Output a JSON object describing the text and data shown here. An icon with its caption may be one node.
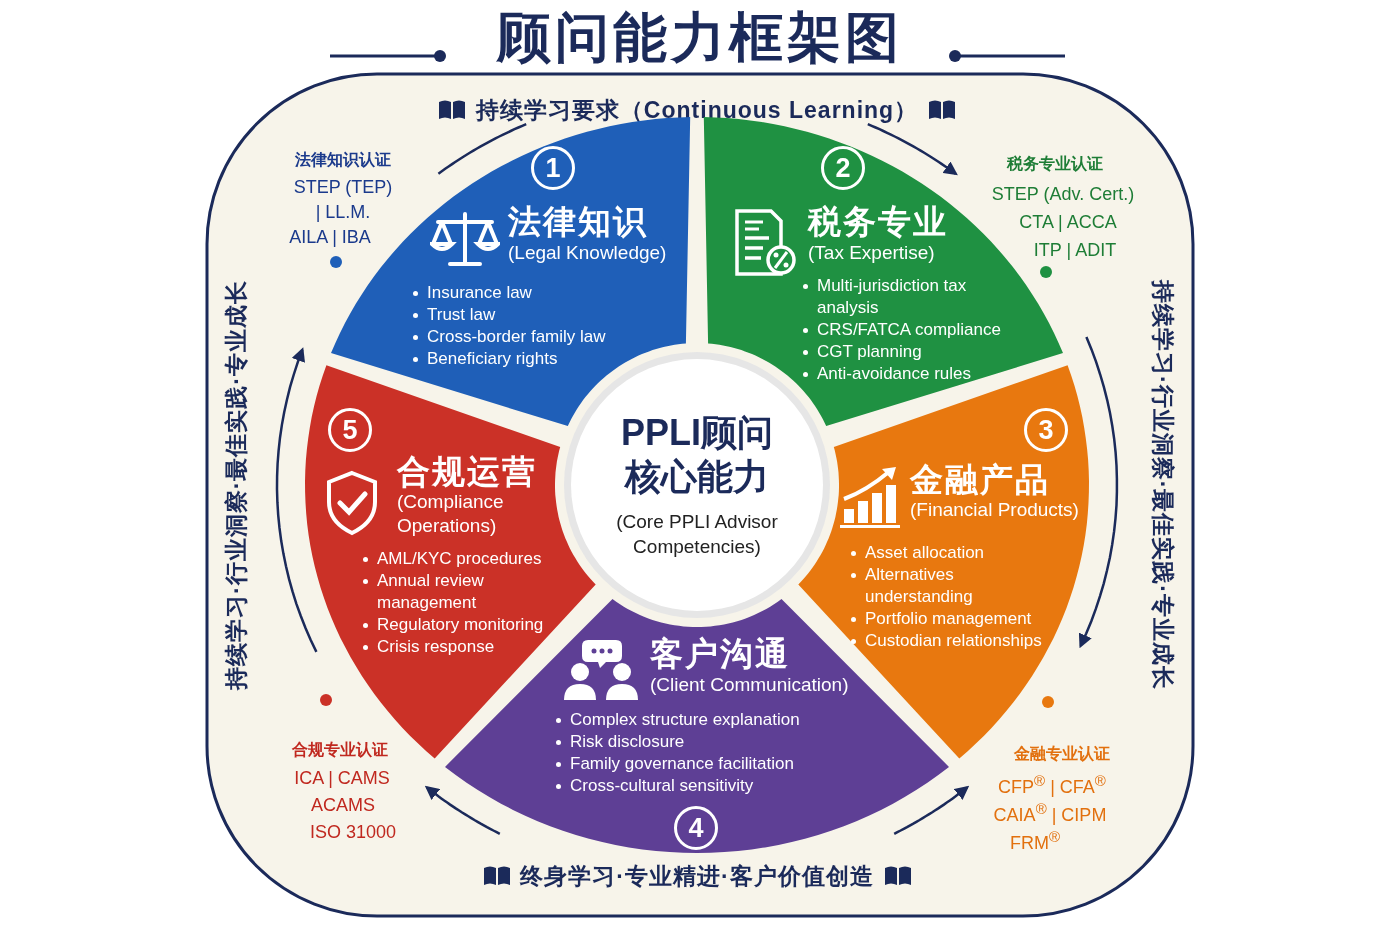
{
  "diagram": {
    "title": "顾问能力框架图",
    "nodes": [
      {
        "text": [
          "持续学习要求（Continuous Learning）",
          "持续学习·行业洞察·最佳实践·专业成长",
          "终身学习·专业精进·客户价值创造",
          "持续学习·行业洞察·最佳实践·专业成长"
        ]
      },
      {
        "text": [
          "PPLI顾问核心能力",
          "(Core PPLI Advisor Competencies)"
        ],
        "in": 0
      },
      {
        "text": [
          "1",
          "法律知识",
          "(Legal Knowledge)",
          "Insurance law",
          "Trust law",
          "Cross-border family law",
          "Beneficiary rights"
        ],
        "in": 0
      },
      {
        "text": [
          "2",
          "税务专业",
          "(Tax Expertise)",
          "Multi-jurisdiction tax analysis",
          "CRS/FATCA compliance",
          "CGT planning",
          "Anti-avoidance rules"
        ],
        "in": 0
      },
      {
        "text": [
          "3",
          "金融产品",
          "(Financial Products)",
          "Asset allocation",
          "Alternatives understanding",
          "Portfolio management",
          "Custodian relationships"
        ],
        "in": 0
      },
      {
        "text": [
          "客户沟通",
          "(Client Communication)",
          "Complex structure explanation",
          "Risk disclosure",
          "Family governance facilitation",
          "Cross-cultural sensitivity",
          "4"
        ],
        "in": 0
      },
      {
        "text": [
          "5",
          "合规运营",
          "(Compliance Operations)",
          "AML/KYC procedures",
          "Annual review management",
          "Regulatory monitoring",
          "Crisis response"
        ],
        "in": 0
      }
    ],
    "edges": [],
    "labels": [
      "法律知识认证",
      "STEP (TEP)",
      "| LL.M.",
      "AILA | IBA",
      "税务专业认证",
      "STEP (Adv. Cert.)",
      "CTA | ACCA",
      "ITP | ADIT",
      "合规专业认证",
      "ICA | CAMS",
      "ACAMS",
      "ISO 31000",
      "金融专业认证",
      "CFP$^{®}$ | CFA$^{®}$",
      "CAIA$^{®}$ | CIPM",
      "FRM$^{®}$"
    ]
  }
}
